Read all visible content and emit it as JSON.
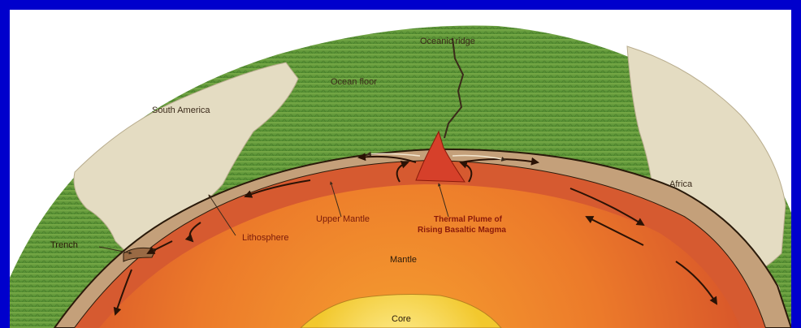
{
  "labels": {
    "oceanic_ridge": "Oceanic ridge",
    "ocean_floor": "Ocean floor",
    "south_america": "South America",
    "africa": "Africa",
    "trench": "Trench",
    "lithosphere": "Lithosphere",
    "upper_mantle": "Upper Mantle",
    "plume_line1": "Thermal Plume of",
    "plume_line2": "Rising Basaltic Magma",
    "mantle": "Mantle",
    "core": "Core"
  },
  "colors": {
    "frame": "#0000cc",
    "ocean": "#5f9a3a",
    "continent": "#e3dcc4",
    "crust": "#b8906a",
    "upper_mantle": "#d85a30",
    "mantle": "#e8742a",
    "core": "#f2cc30"
  }
}
